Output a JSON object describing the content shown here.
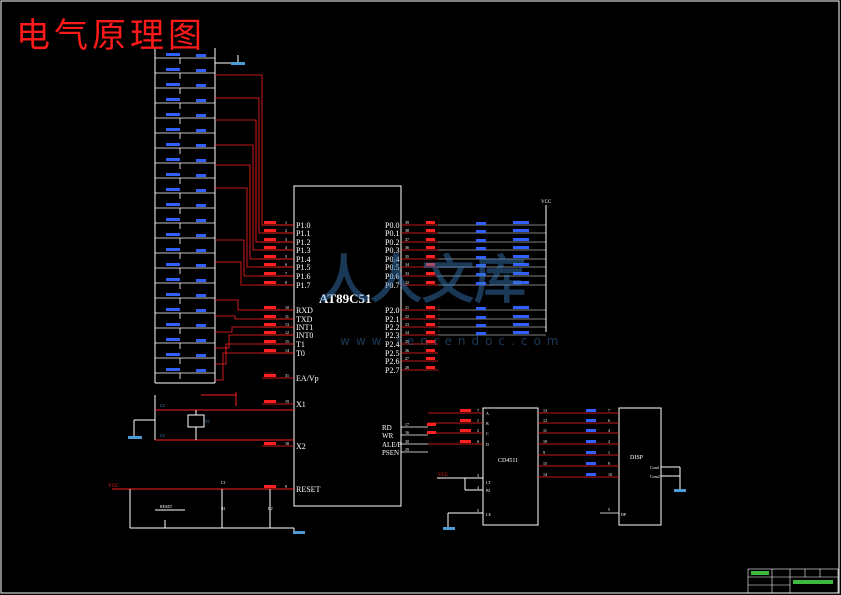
{
  "title": "电气原理图",
  "mcu": {
    "name": "AT89C51",
    "p1": [
      "P1.0",
      "P1.1",
      "P1.2",
      "P1.3",
      "P1.4",
      "P1.5",
      "P1.6",
      "P1.7"
    ],
    "p1_pins": [
      "1",
      "2",
      "3",
      "4",
      "5",
      "6",
      "7",
      "8"
    ],
    "p3": [
      "RXD",
      "TXD",
      "INT1",
      "INT0",
      "T1",
      "T0"
    ],
    "p3_pins": [
      "10",
      "11",
      "13",
      "12",
      "15",
      "14"
    ],
    "ea": "EA/Vp",
    "ea_pin": "31",
    "x1": "X1",
    "x1_pin": "19",
    "x2": "X2",
    "x2_pin": "18",
    "reset": "RESET",
    "reset_pin": "9",
    "p0": [
      "P0.0",
      "P0.1",
      "P0.2",
      "P0.3",
      "P0.4",
      "P0.5",
      "P0.6",
      "P0.7"
    ],
    "p0_pins": [
      "39",
      "38",
      "37",
      "36",
      "35",
      "34",
      "33",
      "32"
    ],
    "p2": [
      "P2.0",
      "P2.1",
      "P2.2",
      "P2.3",
      "P2.4",
      "P2.5",
      "P2.6",
      "P2.7"
    ],
    "p2_pins": [
      "21",
      "22",
      "23",
      "24",
      "25",
      "26",
      "27",
      "28"
    ],
    "ctrl": [
      "RD",
      "WR",
      "ALE/P",
      "PSEN"
    ],
    "ctrl_pins": [
      "17",
      "16",
      "30",
      "29"
    ]
  },
  "decoder": {
    "name": "CD4511",
    "in_pins": [
      "7",
      "1",
      "2",
      "6"
    ],
    "in_labels": [
      "A",
      "B",
      "C",
      "D"
    ],
    "out_pins": [
      "13",
      "12",
      "11",
      "10",
      "9",
      "15",
      "14"
    ],
    "lt_label": "LT",
    "bi_label": "BI",
    "le_label": "LE",
    "lt_pin": "3",
    "bi_pin": "4",
    "le_pin": "5"
  },
  "display": {
    "name": "DISP",
    "pins": [
      "7",
      "6",
      "4",
      "2",
      "1",
      "9",
      "10"
    ],
    "com1": "Com1",
    "com2": "Com2",
    "dp_pin": "5",
    "dp_label": "DP"
  },
  "vcc_label": "VCC",
  "watermark": {
    "main": "人人文库",
    "sub": "www.renrendoc.com"
  },
  "title_block": {
    "company": "",
    "drawing": "",
    "rows": 3
  }
}
